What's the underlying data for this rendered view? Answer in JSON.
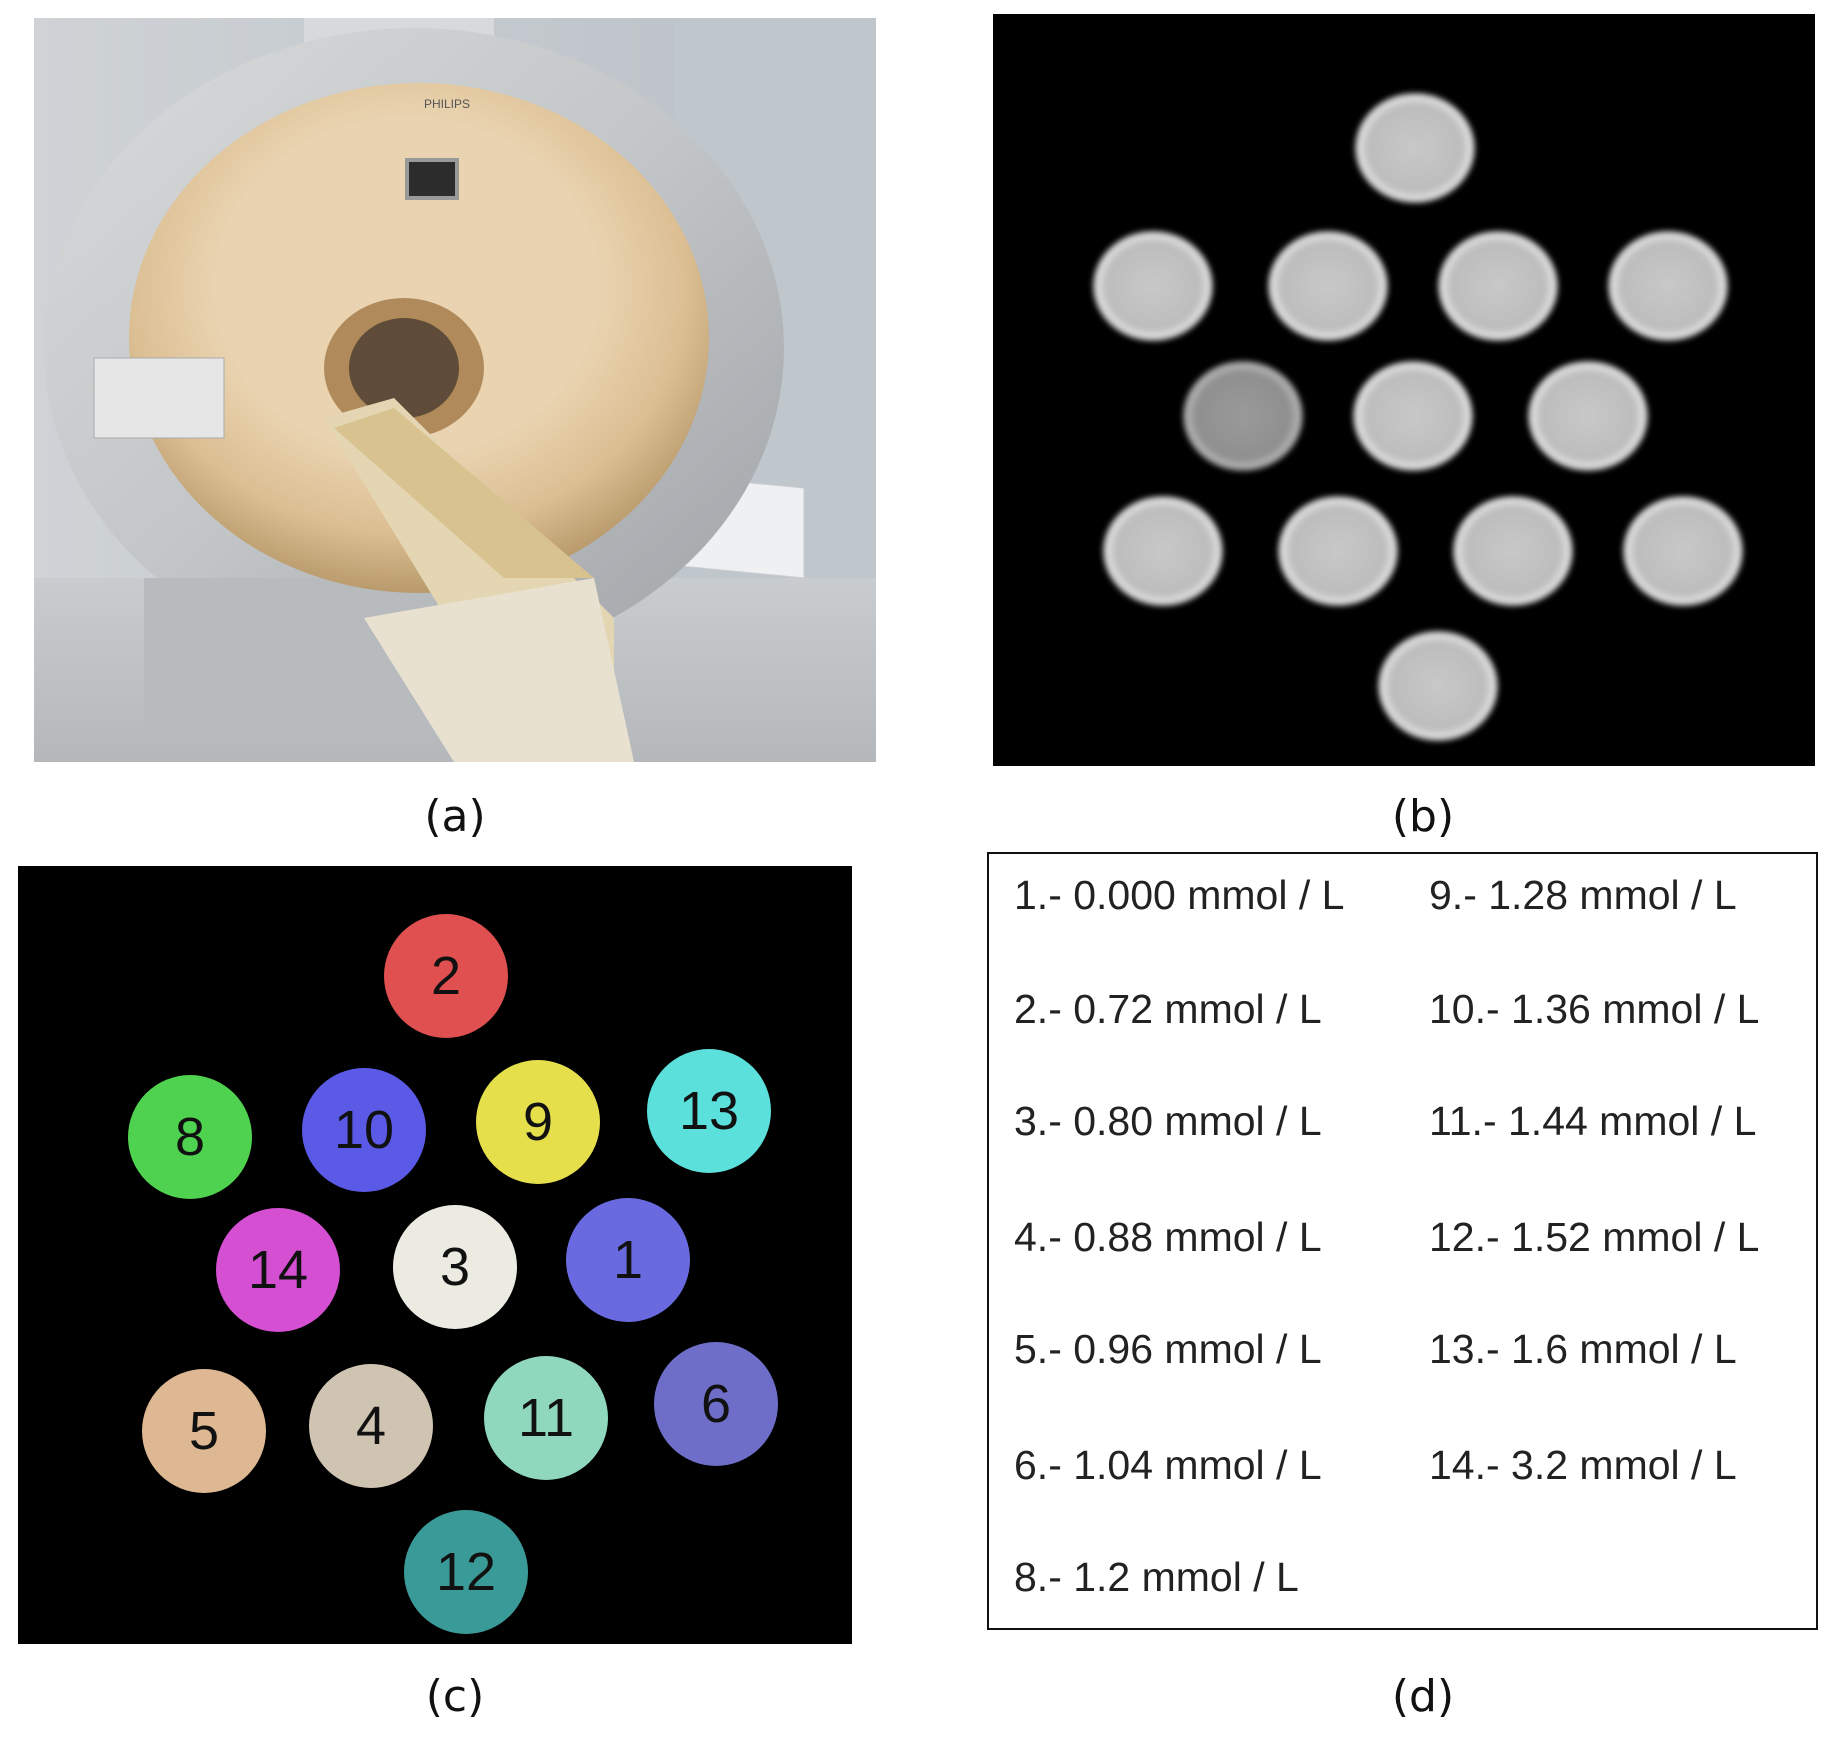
{
  "panels": {
    "a": {
      "caption": "(a)",
      "device_logo": "PHILIPS",
      "depiction": "mri-scanner-photo"
    },
    "b": {
      "caption": "(b)",
      "depiction": "mri-phantom-scan"
    },
    "c": {
      "caption": "(c)",
      "depiction": "labeled-phantom-segmentation"
    },
    "d": {
      "caption": "(d)"
    }
  },
  "segmentation": [
    {
      "label": "2",
      "color": "#e05050"
    },
    {
      "label": "8",
      "color": "#4fd24f"
    },
    {
      "label": "10",
      "color": "#5a5ae6"
    },
    {
      "label": "9",
      "color": "#e6df4c"
    },
    {
      "label": "13",
      "color": "#5be0dc"
    },
    {
      "label": "14",
      "color": "#d54fd3"
    },
    {
      "label": "3",
      "color": "#ecebe2"
    },
    {
      "label": "1",
      "color": "#6a6ae0"
    },
    {
      "label": "5",
      "color": "#ddb892"
    },
    {
      "label": "4",
      "color": "#cfc4b2"
    },
    {
      "label": "11",
      "color": "#8fd7bd"
    },
    {
      "label": "6",
      "color": "#6e6ec8"
    },
    {
      "label": "12",
      "color": "#3a9a98"
    }
  ],
  "legend": [
    "1.- 0.000 mmol / L",
    "2.- 0.72 mmol / L",
    "3.- 0.80 mmol / L",
    "4.- 0.88 mmol / L",
    "5.- 0.96 mmol / L",
    "6.- 1.04 mmol / L",
    "8.- 1.2 mmol / L",
    "9.-   1.28 mmol / L",
    "10.- 1.36 mmol / L",
    "11.- 1.44 mmol / L",
    "12.- 1.52 mmol / L",
    "13.- 1.6 mmol / L",
    "14.- 3.2 mmol / L"
  ]
}
